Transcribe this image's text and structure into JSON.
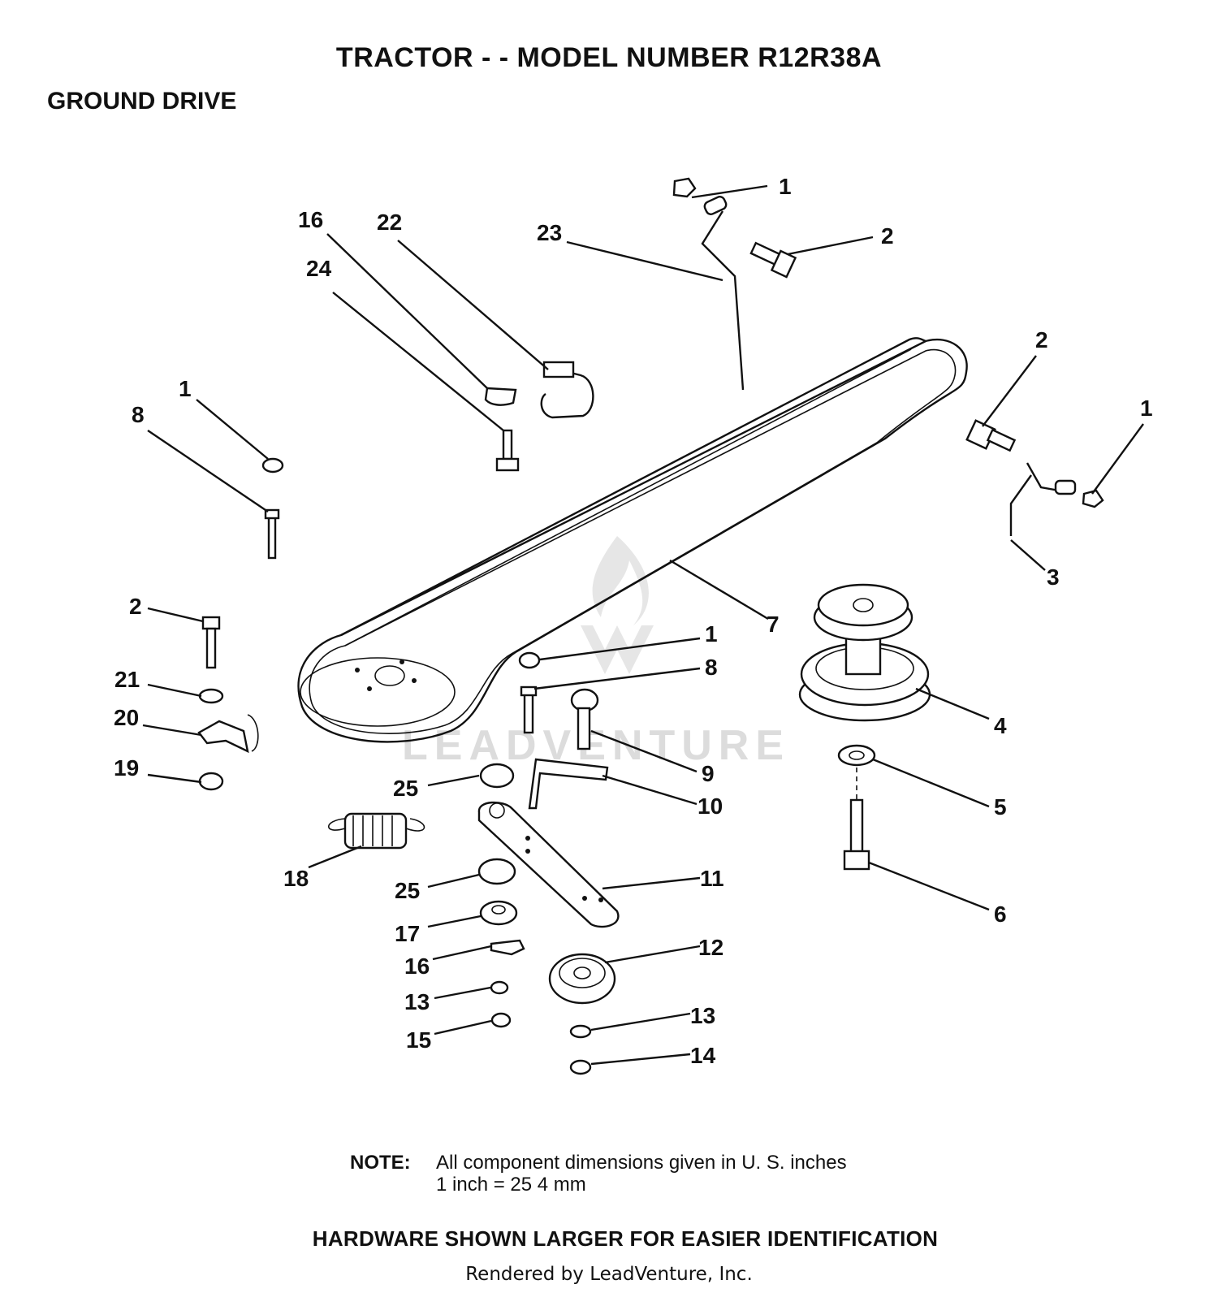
{
  "header": {
    "title": "TRACTOR - - MODEL NUMBER R12R38A",
    "subtitle": "GROUND DRIVE"
  },
  "watermark": "LEADVENTURE",
  "callouts": [
    "1",
    "23",
    "2",
    "16",
    "22",
    "24",
    "2",
    "1",
    "1",
    "8",
    "3",
    "7",
    "2",
    "1",
    "8",
    "4",
    "21",
    "20",
    "9",
    "19",
    "25",
    "10",
    "5",
    "18",
    "25",
    "11",
    "6",
    "17",
    "12",
    "16",
    "13",
    "13",
    "15",
    "14"
  ],
  "note": {
    "label": "NOTE:",
    "line1": "All component dimensions given in U. S. inches",
    "line2": "1 inch = 25 4 mm"
  },
  "hardware_note": "HARDWARE SHOWN LARGER FOR EASIER IDENTIFICATION",
  "footer": "Rendered by LeadVenture, Inc."
}
